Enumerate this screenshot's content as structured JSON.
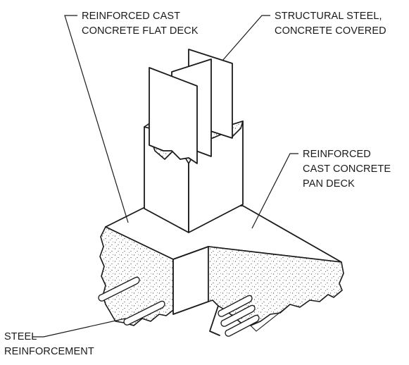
{
  "labels": {
    "flat_deck_line1": "REINFORCED CAST",
    "flat_deck_line2": "CONCRETE FLAT DECK",
    "steel_line1": "STRUCTURAL STEEL,",
    "steel_line2": "CONCRETE COVERED",
    "pan_deck_line1": "REINFORCED",
    "pan_deck_line2": "CAST CONCRETE",
    "pan_deck_line3": "PAN DECK",
    "reinf_line1": "STEEL",
    "reinf_line2": "REINFORCEMENT"
  }
}
